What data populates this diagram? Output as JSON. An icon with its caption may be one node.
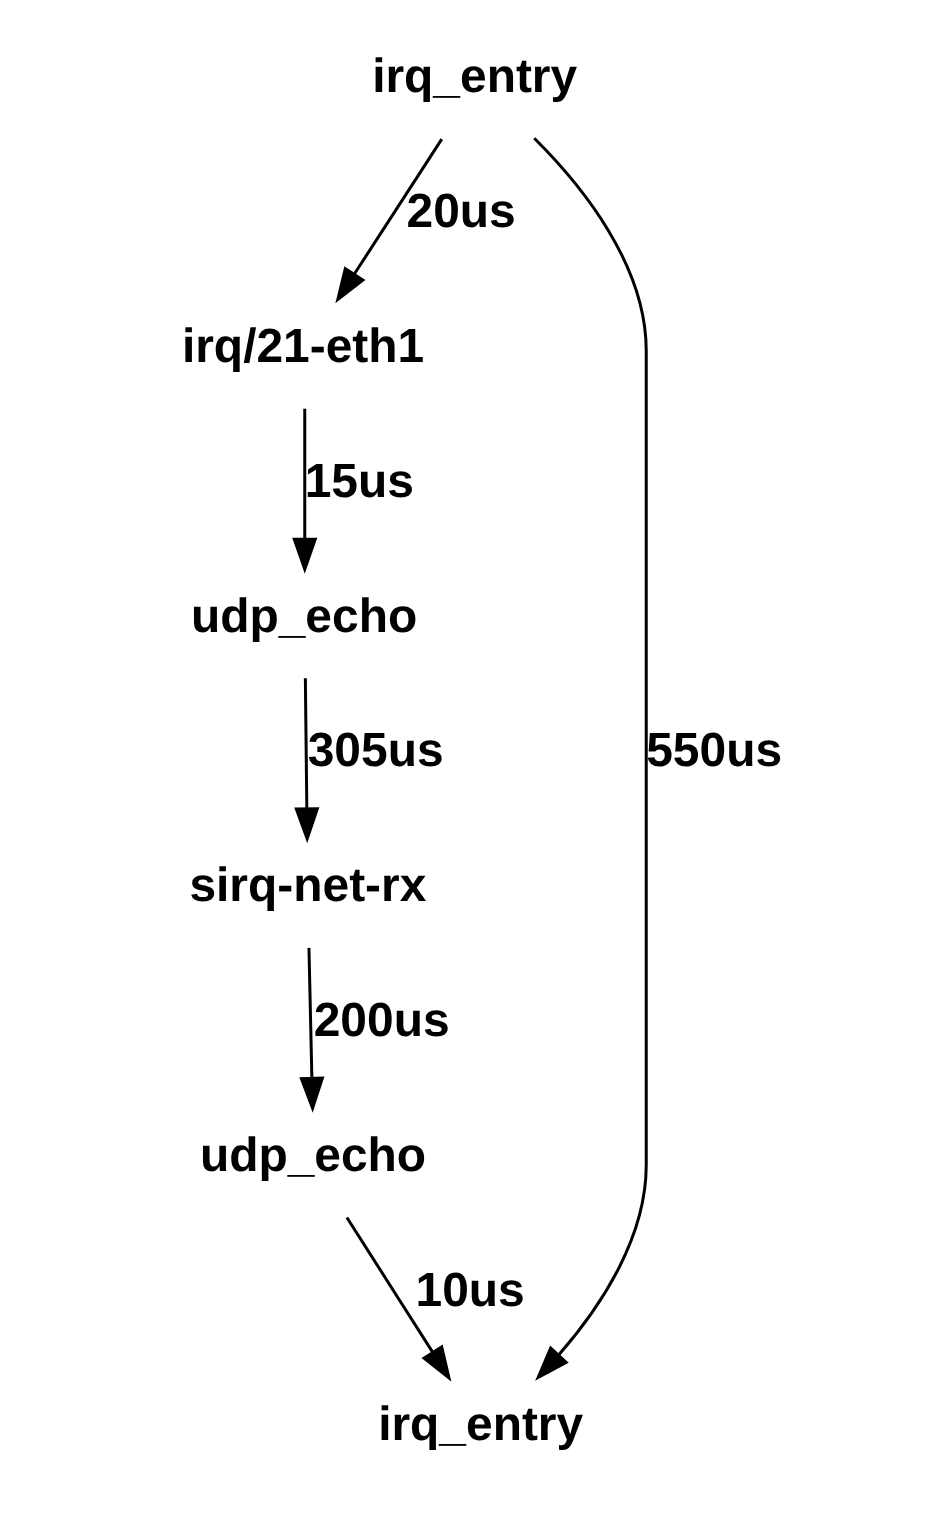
{
  "diagram": {
    "nodes": [
      {
        "text": [
          "irq_entry"
        ]
      },
      {
        "text": [
          "irq/21-eth1"
        ]
      },
      {
        "text": [
          "udp_echo"
        ]
      },
      {
        "text": [
          "sirq-net-rx"
        ]
      },
      {
        "text": [
          "udp_echo"
        ]
      },
      {
        "text": [
          "irq_entry"
        ]
      }
    ],
    "edges": [
      {
        "from": 0,
        "to": 5,
        "arrow": "to",
        "label": "550us"
      },
      {
        "from": 0,
        "to": 1,
        "arrow": "to",
        "label": "20us"
      },
      {
        "from": 1,
        "to": 2,
        "arrow": "to",
        "label": "15us"
      },
      {
        "from": 2,
        "to": 3,
        "arrow": "to",
        "label": "305us"
      },
      {
        "from": 3,
        "to": 4,
        "arrow": "to",
        "label": "200us"
      },
      {
        "from": 4,
        "to": 5,
        "arrow": "to",
        "label": "10us"
      }
    ]
  }
}
